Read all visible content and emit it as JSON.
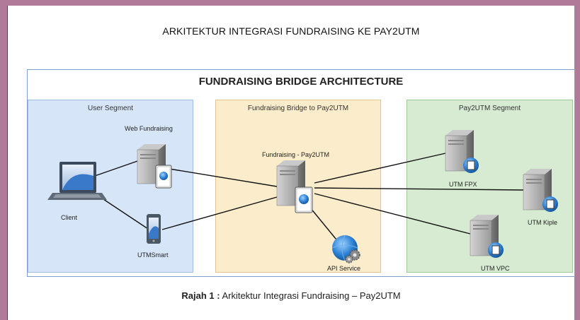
{
  "page_title": "ARKITEKTUR INTEGRASI FUNDRAISING KE PAY2UTM",
  "diagram": {
    "title": "FUNDRAISING BRIDGE ARCHITECTURE",
    "segments": {
      "user": "User Segment",
      "bridge": "Fundraising Bridge to Pay2UTM",
      "pay": "Pay2UTM Segment"
    },
    "nodes": {
      "client": "Client",
      "web_fundraising": "Web Fundraising",
      "utmsmart": "UTMSmart",
      "fundraising_pay2utm": "Fundraising - Pay2UTM",
      "api_service": "API Service",
      "utm_fpx": "UTM FPX",
      "utm_kiple": "UTM Kiple",
      "utm_vpc": "UTM VPC"
    }
  },
  "caption": {
    "label": "Rajah 1 :",
    "text": " Arkitektur Integrasi Fundraising – Pay2UTM"
  }
}
